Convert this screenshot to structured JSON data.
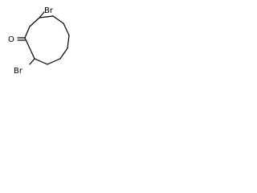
{
  "molecule": {
    "atoms": [
      {
        "id": "br1",
        "label": "Br"
      },
      {
        "id": "o1",
        "label": "O"
      },
      {
        "id": "br2",
        "label": "Br"
      }
    ]
  }
}
